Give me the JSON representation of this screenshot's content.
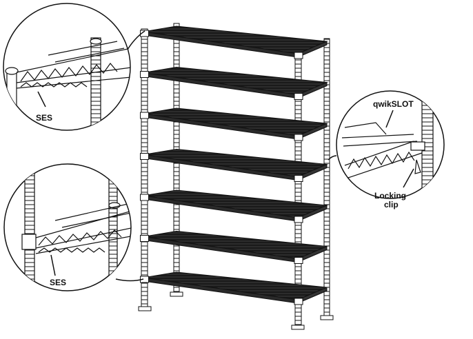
{
  "labels": {
    "ses_top": "SES",
    "ses_bottom": "SES",
    "qwikslot": "qwikSLOT",
    "locking_line1": "Locking",
    "locking_line2": "clip"
  },
  "colors": {
    "line": "#111111",
    "shelf": "#1a1a1a",
    "background": "#ffffff"
  },
  "shelf_count": 7
}
